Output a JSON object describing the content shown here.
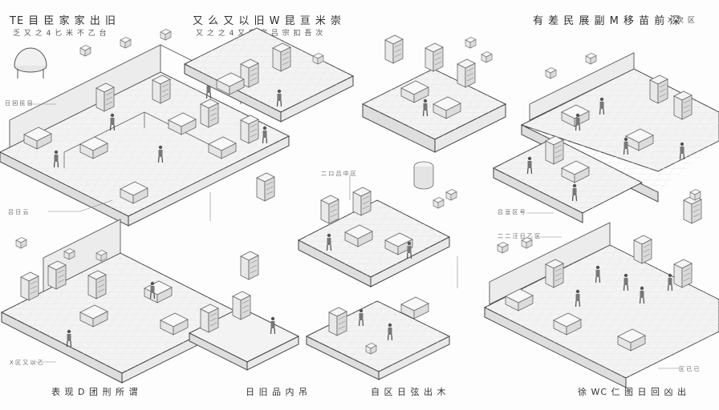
{
  "titles": {
    "top_left": "TE 目 臣 家 家 出 旧",
    "top_left_sub": "乏 又 之 4 匕 米 不 乙 台",
    "top_center": "又 么 又 以 旧 W 昆 亘 米 崇",
    "top_center_sub": "又 之 之 4 又 宗 宗 吕 宗 扣 吾 次",
    "top_right": "有 差 民 展 副 M 移 苗 前 深",
    "top_right_sub": "X 次 区"
  },
  "captions": {
    "bottom_1": "表 现 D 团 刑 所 谓",
    "bottom_2": "日 旧 品 内 吊",
    "bottom_3": "自 区 日 弦 出 木",
    "bottom_4": "徐 WC 仁 图 日 回 凶 出"
  },
  "callouts": {
    "c1": "日 回 民 目",
    "c2": "吕 日 云",
    "c3": "二 口 吕 中 区",
    "c4": "吕 亘 区 号",
    "c5": "二 二 汪 日 乙 区",
    "c6": "X 区 又 以 乙",
    "c7": "区 已 已"
  },
  "colors": {
    "line": "#555555",
    "floor": "#f2f2f2",
    "wall": "#e9e9e9",
    "accent": "#bdbdbd"
  }
}
